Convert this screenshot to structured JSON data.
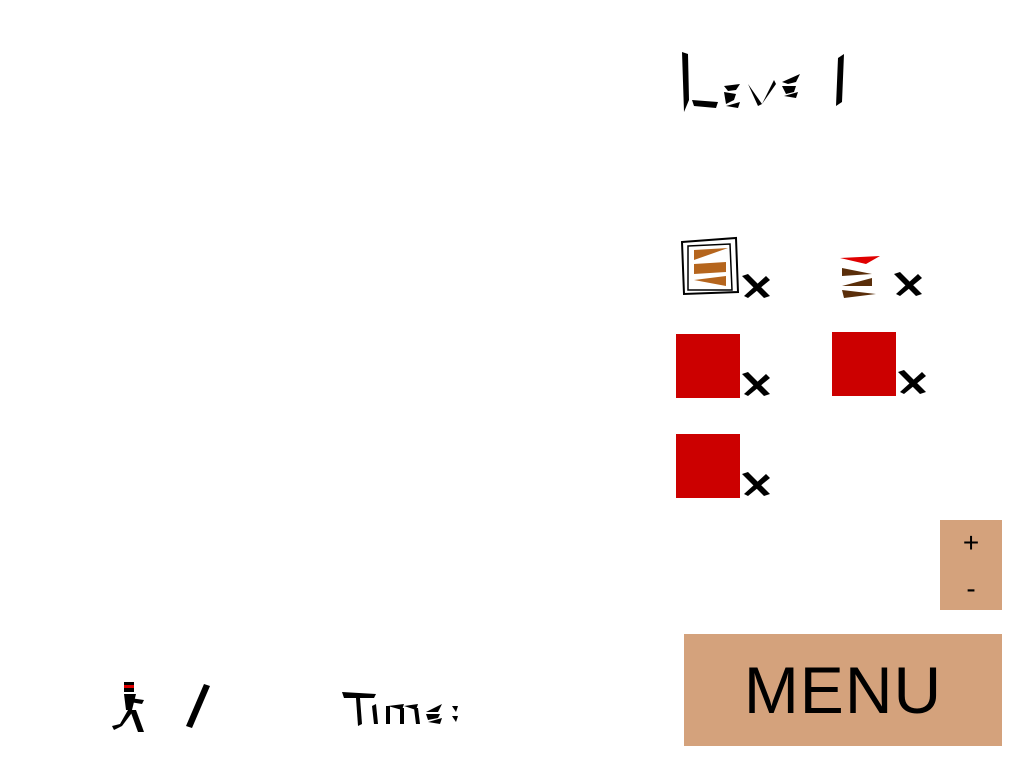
{
  "hud_panel": {
    "level_label": "Level",
    "time_label": "Time:",
    "colors": {
      "red": "#cc0000",
      "brown": "#b5651d",
      "dark_brown": "#5a2e0a",
      "panel": "#d4a27c",
      "ink": "#000000"
    }
  },
  "inventory": [
    {
      "icon": "brick-tile-icon"
    },
    {
      "icon": "spike-tile-icon"
    },
    {
      "icon": "red-block-icon"
    },
    {
      "icon": "red-block-icon"
    },
    {
      "icon": "red-block-icon"
    }
  ],
  "zoom": {
    "in_label": "+",
    "out_label": "-"
  },
  "menu": {
    "label": "MENU"
  }
}
